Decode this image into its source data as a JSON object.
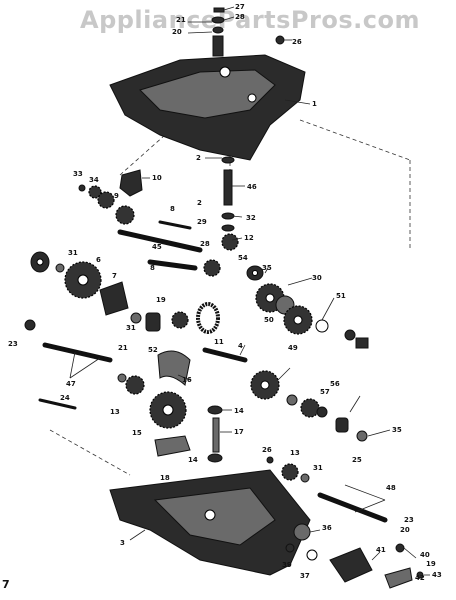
{
  "watermark": "AppliancePartsPros.com",
  "corner_mark": "7",
  "labels": [
    "27",
    "28",
    "21",
    "20",
    "26",
    "1",
    "2",
    "46",
    "10",
    "33",
    "34",
    "9",
    "8",
    "2",
    "29",
    "32",
    "12",
    "45",
    "8",
    "28",
    "54",
    "35",
    "31",
    "6",
    "7",
    "30",
    "19",
    "51",
    "52",
    "31",
    "50",
    "49",
    "23",
    "4",
    "21",
    "47",
    "11",
    "13",
    "16",
    "57",
    "56",
    "24",
    "14",
    "15",
    "17",
    "18",
    "14",
    "26",
    "13",
    "31",
    "35",
    "25",
    "48",
    "3",
    "23",
    "36",
    "39",
    "37",
    "41",
    "40",
    "42",
    "43",
    "20",
    "19"
  ]
}
